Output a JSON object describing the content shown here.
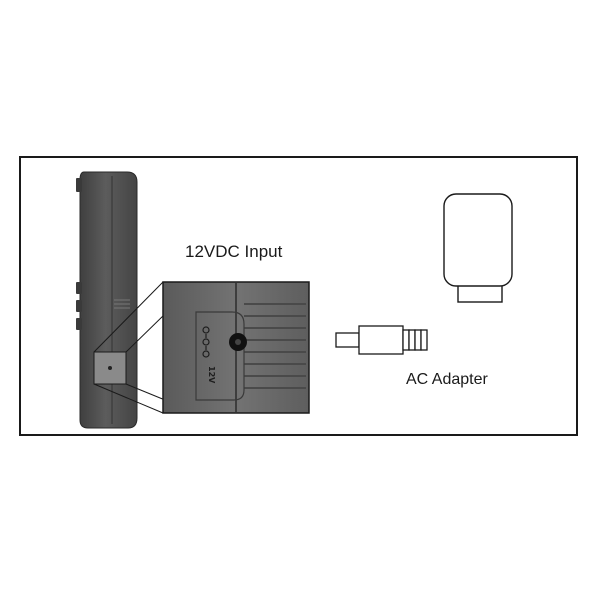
{
  "diagram": {
    "labels": {
      "input": "12VDC Input",
      "adapter": "AC Adapter"
    },
    "jack_marking": "12V"
  },
  "colors": {
    "device_body": "#555555",
    "device_dark": "#2e2e2e",
    "zoom_panel": "#6a6a6a",
    "outline": "#1a1a1a"
  },
  "icons": [
    "device-side-view",
    "dc-jack",
    "power-plug",
    "wall-adapter"
  ]
}
